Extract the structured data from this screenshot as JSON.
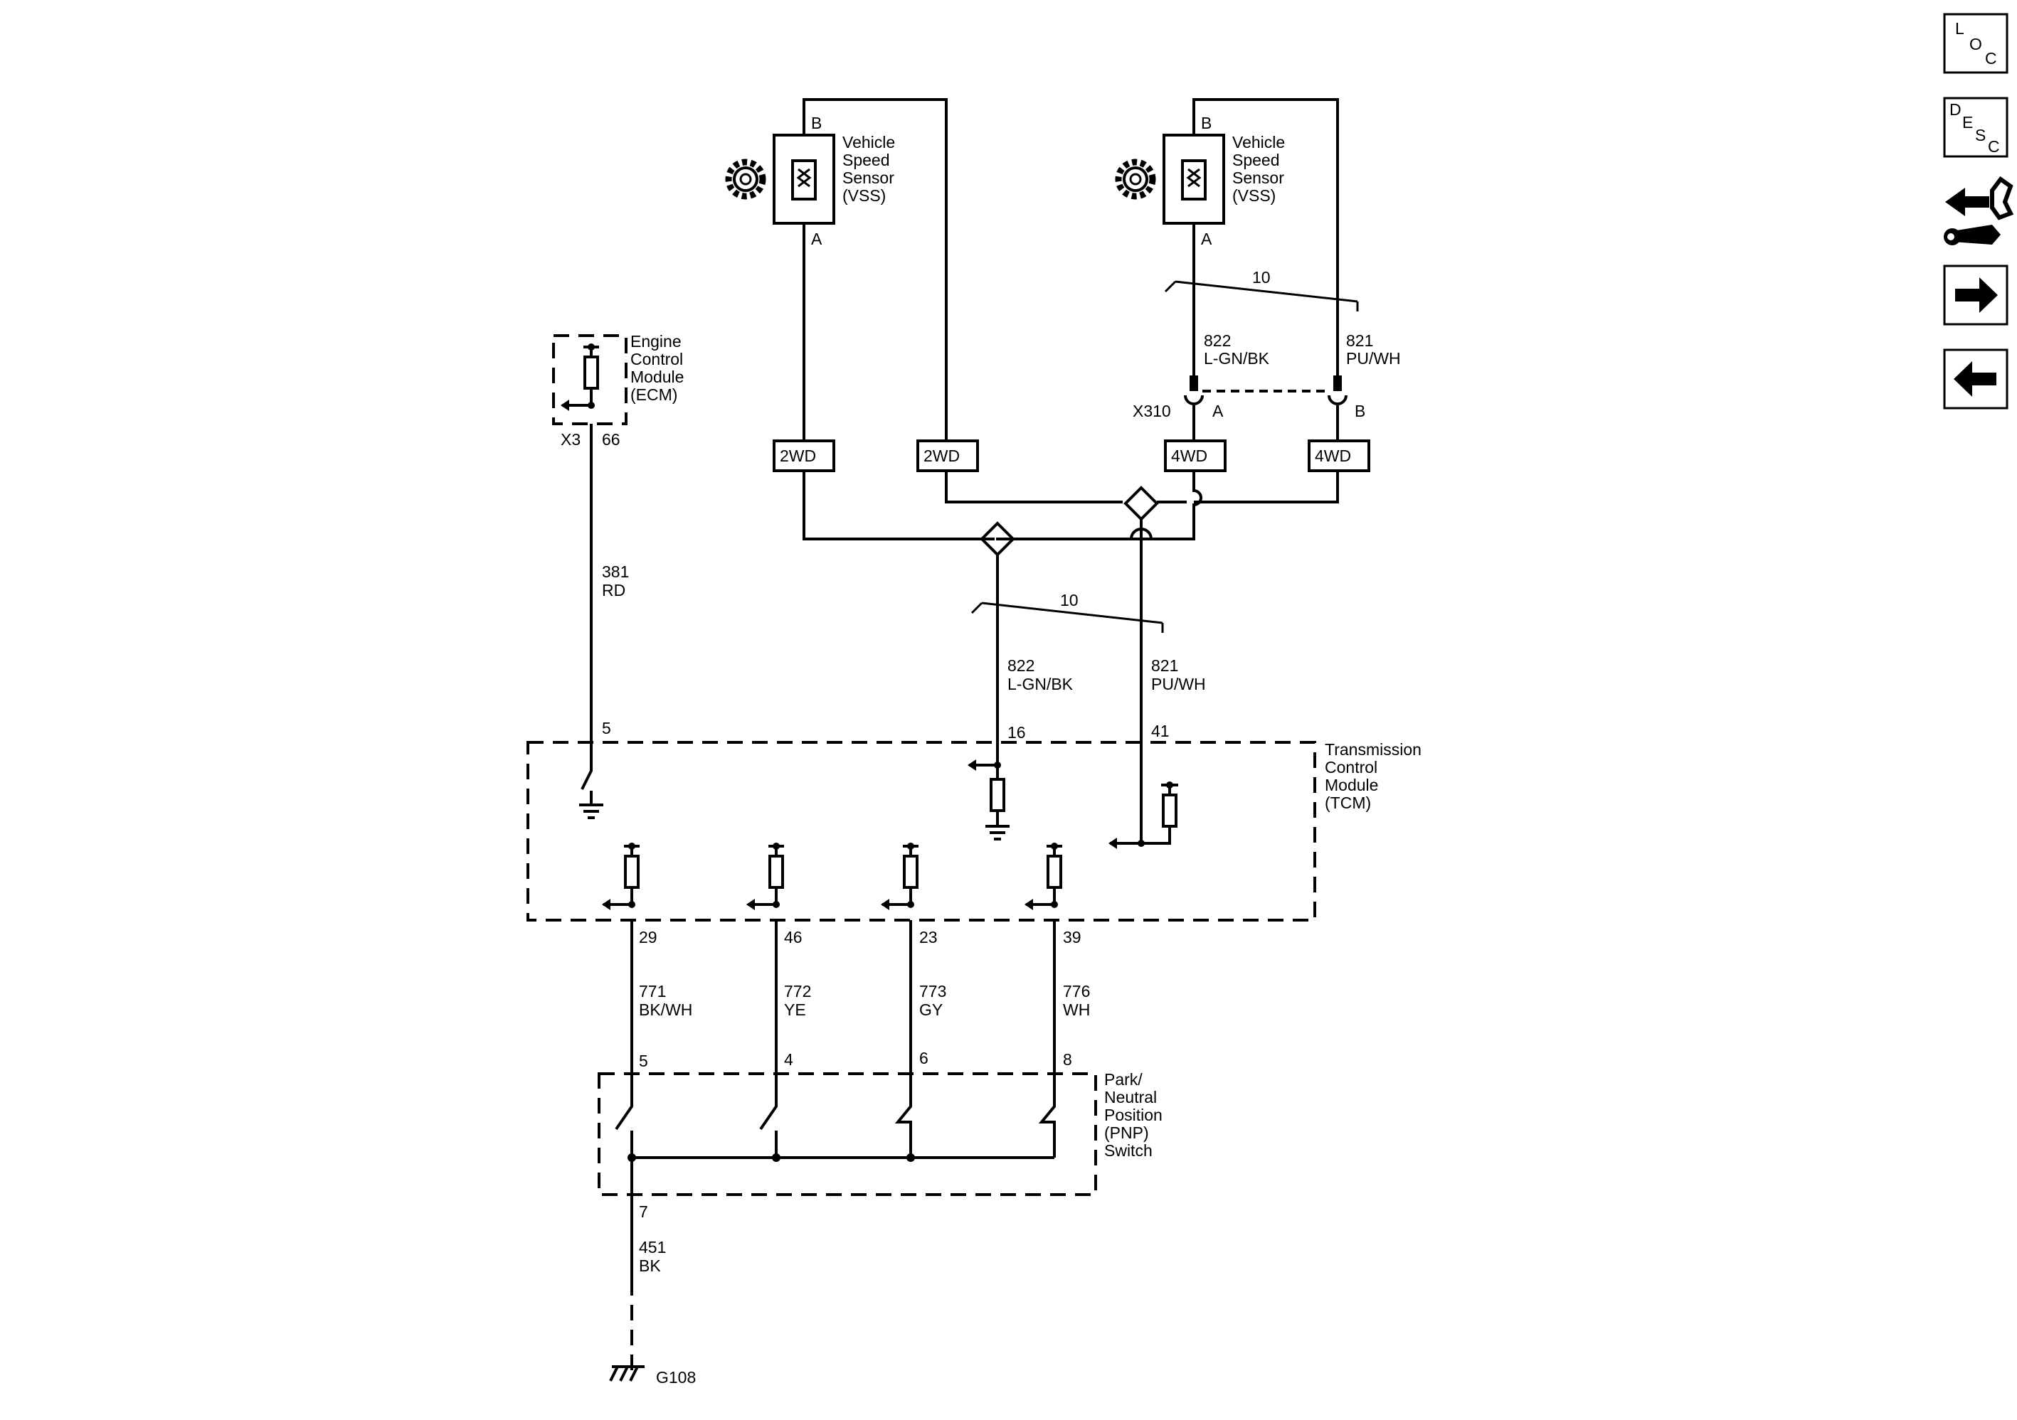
{
  "nav": {
    "loc": {
      "l1": "L",
      "l2": "O",
      "l3": "C"
    },
    "desc": {
      "l1": "D",
      "l2": "E",
      "l3": "S",
      "l4": "C"
    }
  },
  "vss_left": {
    "name_lines": [
      "Vehicle",
      "Speed",
      "Sensor",
      "(VSS)"
    ],
    "pin_top": "B",
    "pin_bottom": "A"
  },
  "vss_right": {
    "name_lines": [
      "Vehicle",
      "Speed",
      "Sensor",
      "(VSS)"
    ],
    "pin_top": "B",
    "pin_bottom": "A"
  },
  "ecm": {
    "name_lines": [
      "Engine",
      "Control",
      "Module",
      "(ECM)"
    ],
    "connector": "X3",
    "pin": "66"
  },
  "upper_twist": {
    "label": "10"
  },
  "lower_twist": {
    "label": "10"
  },
  "upper_wires": {
    "left": {
      "circuit": "822",
      "color": "L-GN/BK"
    },
    "right": {
      "circuit": "821",
      "color": "PU/WH"
    }
  },
  "x310": {
    "name": "X310",
    "pin_a": "A",
    "pin_b": "B"
  },
  "option_boxes": [
    "2WD",
    "2WD",
    "4WD",
    "4WD"
  ],
  "wire_381": {
    "circuit": "381",
    "color": "RD"
  },
  "lower_wires": {
    "left": {
      "circuit": "822",
      "color": "L-GN/BK"
    },
    "right": {
      "circuit": "821",
      "color": "PU/WH"
    }
  },
  "tcm": {
    "name_lines": [
      "Transmission",
      "Control",
      "Module",
      "(TCM)"
    ],
    "pins_top": [
      "5",
      "16",
      "41"
    ],
    "pins_bottom": [
      "29",
      "46",
      "23",
      "39"
    ]
  },
  "range_wires": [
    {
      "circuit": "771",
      "color": "BK/WH"
    },
    {
      "circuit": "772",
      "color": "YE"
    },
    {
      "circuit": "773",
      "color": "GY"
    },
    {
      "circuit": "776",
      "color": "WH"
    }
  ],
  "pnp": {
    "name_lines": [
      "Park/",
      "Neutral",
      "Position",
      "(PNP)",
      "Switch"
    ],
    "pins_top": [
      "5",
      "4",
      "6",
      "8"
    ],
    "pin_bottom": "7"
  },
  "ground_wire": {
    "circuit": "451",
    "color": "BK"
  },
  "ground": {
    "name": "G108"
  }
}
